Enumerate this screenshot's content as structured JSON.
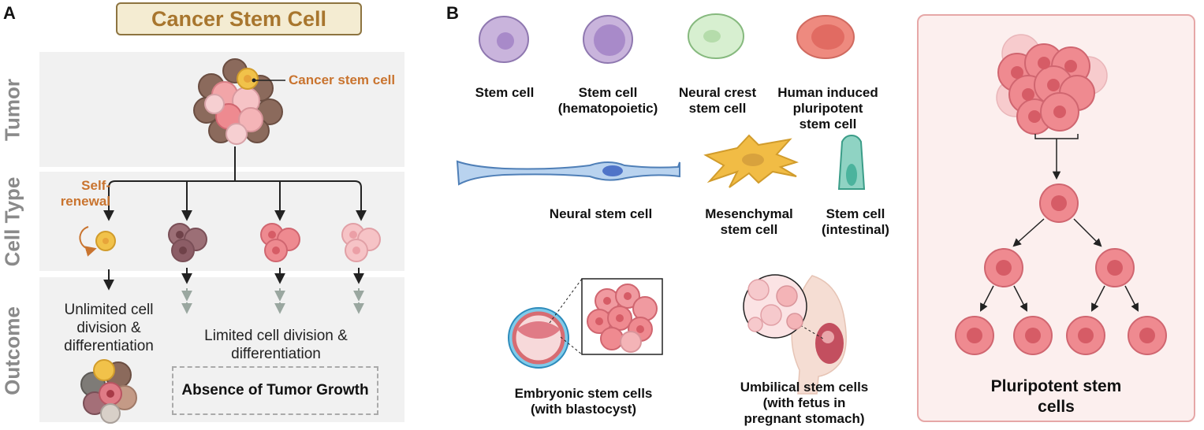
{
  "panel_a": {
    "letter": "A",
    "title": "Cancer Stem Cell",
    "rows": {
      "tumor": "Tumor",
      "cell_type": "Cell Type",
      "outcome": "Outcome"
    },
    "cancer_stem_cell_label": "Cancer stem cell",
    "self_renewal_line1": "Self-",
    "self_renewal_line2": "renewal",
    "outcome_unlimited": [
      "Unlimited cell",
      "division &",
      "differentiation"
    ],
    "outcome_limited": [
      "Limited cell division &",
      "differentiation"
    ],
    "absence_label": "Absence of Tumor Growth"
  },
  "panel_b": {
    "letter": "B",
    "cells": {
      "stem_cell": [
        "Stem cell"
      ],
      "hematopoietic": [
        "Stem cell",
        "(hematopoietic)"
      ],
      "neural_crest": [
        "Neural crest",
        "stem cell"
      ],
      "hipsc": [
        "Human induced",
        "pluripotent",
        "stem cell"
      ],
      "neural": [
        "Neural stem cell"
      ],
      "mesenchymal": [
        "Mesenchymal",
        "stem cell"
      ],
      "intestinal": [
        "Stem cell",
        "(intestinal)"
      ],
      "embryonic": [
        "Embryonic stem cells",
        "(with blastocyst)"
      ],
      "umbilical": [
        "Umbilical stem cells",
        "(with fetus in",
        "pregnant stomach)"
      ]
    },
    "pluripotent_title": [
      "Pluripotent stem",
      "cells"
    ]
  },
  "colors": {
    "accent_orange": "#c9742f",
    "title_fill": "#f4ecd2",
    "band_gray": "#f1f1f1",
    "pink_cell": "#ef8a8e",
    "right_panel_fill": "#fcefee"
  }
}
